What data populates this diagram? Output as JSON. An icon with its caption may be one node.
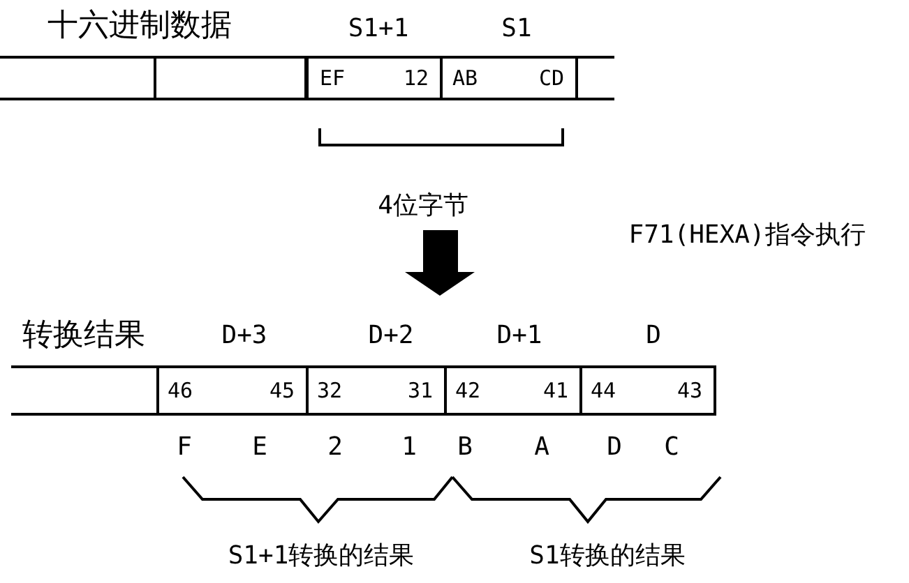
{
  "diagram": {
    "nodes": [
      {
        "text": [],
        "shape": "box"
      },
      {
        "text": [],
        "shape": "box"
      },
      {
        "text": [
          "EF",
          "12"
        ]
      },
      {
        "text": [
          "AB",
          "CD"
        ]
      },
      {
        "text": [],
        "shape": "box"
      },
      {
        "text": [],
        "shape": "box"
      },
      {
        "text": [
          "46",
          "45"
        ]
      },
      {
        "text": [
          "32",
          "31"
        ]
      },
      {
        "text": [
          "42",
          "41"
        ]
      },
      {
        "text": [
          "44",
          "43"
        ]
      }
    ],
    "labels": [
      "十六进制数据",
      "S1+1",
      "S1",
      "4位字节",
      "F71(HEXA)指令执行",
      "转换结果",
      "D+3",
      "D+2",
      "D+1",
      "D",
      "F",
      "E",
      "2",
      "1",
      "B",
      "A",
      "D",
      "C",
      "S1+1转换的结果",
      "S1转换的结果"
    ]
  }
}
